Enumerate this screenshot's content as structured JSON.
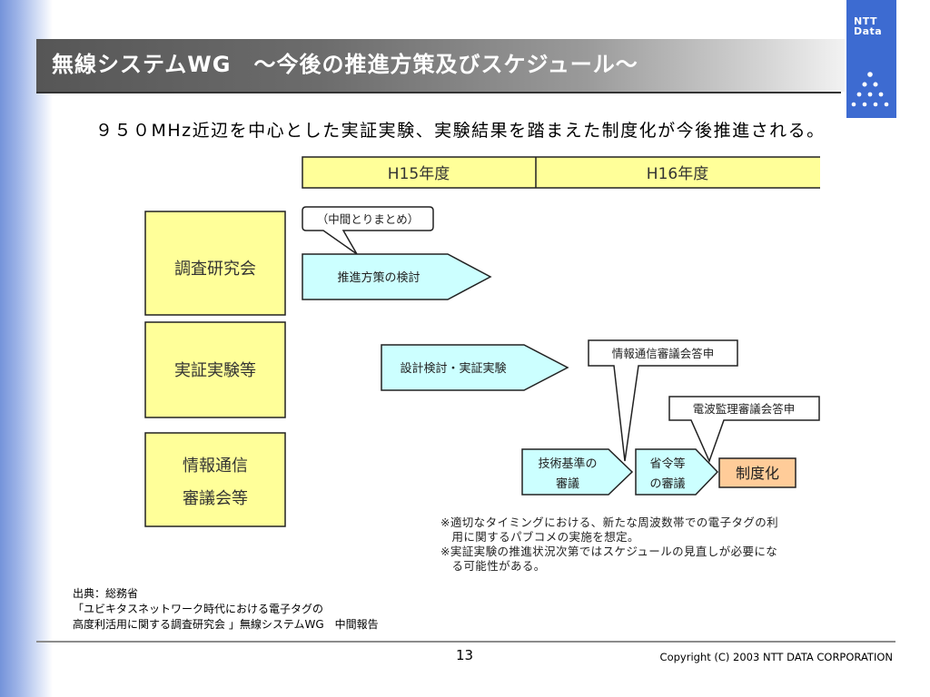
{
  "slide": {
    "title": "無線システムWG　～今後の推進方策及びスケジュール～",
    "subtitle": "９５０MHz近辺を中心とした実証実験、実験結果を踏まえた制度化が今後推進される。",
    "page_number": "13",
    "copyright": "Copyright (C) 2003 NTT DATA CORPORATION"
  },
  "logo": {
    "lines": [
      "NTT",
      "Data"
    ],
    "icon": "dot-triangle-icon"
  },
  "schedule": {
    "periods": [
      "H15年度",
      "H16年度"
    ],
    "rows": [
      {
        "label": [
          "調査研究会"
        ]
      },
      {
        "label": [
          "実証実験等"
        ]
      },
      {
        "label": [
          "情報通信",
          "審議会等"
        ]
      }
    ],
    "milestones": {
      "interim_summary": "（中間とりまとめ）",
      "ict_council_report": "情報通信審議会答申",
      "radio_council_report": "電波監理審議会答申"
    },
    "tasks": {
      "policy_study": [
        "推進方策の検討"
      ],
      "design_trial": [
        "設計検討・実証実験"
      ],
      "tech_standards_review": [
        "技術基準の",
        "審議"
      ],
      "ordinance_review": [
        "省令等",
        "の審議"
      ]
    },
    "outcome": "制度化"
  },
  "notes": [
    {
      "lines": [
        "※適切なタイミングにおける、新たな周波数帯での電子タグの利",
        "用に関するパブコメの実施を想定。"
      ]
    },
    {
      "lines": [
        "※実証実験の推進状況次第ではスケジュールの見直しが必要にな",
        "る可能性がある。"
      ]
    }
  ],
  "source": [
    "出典：総務省",
    "「ユビキタスネットワーク時代における電子タグの",
    "高度利活用に関する調査研究会 」無線システムWG　中間報告"
  ],
  "colors": {
    "period_bar": "#ffff99",
    "row_box": "#ffff99",
    "task_arrow": "#ccffff",
    "outcome_box": "#ffcc99",
    "logo_block": "#3d6bd1",
    "title_text": "#ffffff"
  }
}
